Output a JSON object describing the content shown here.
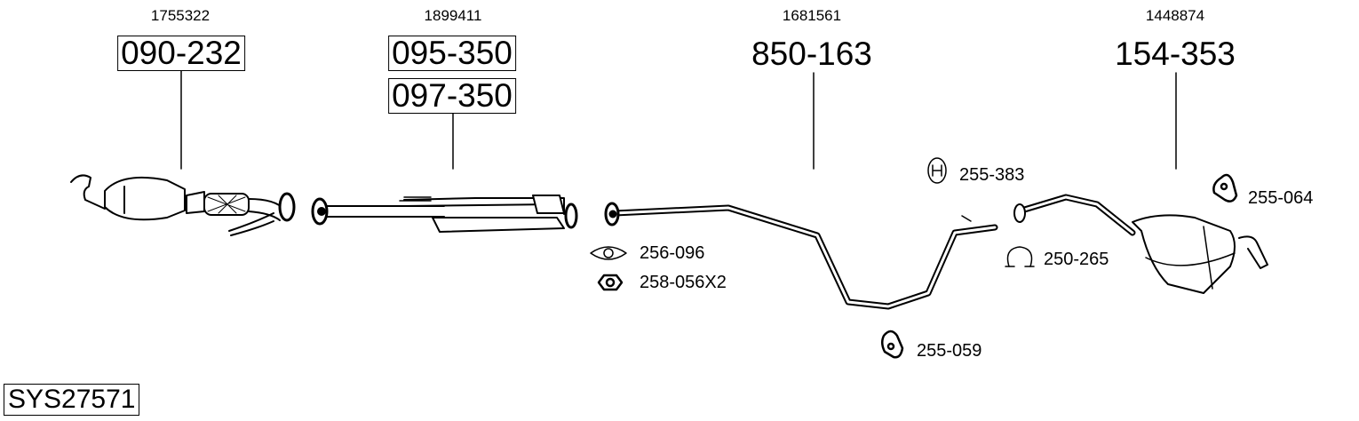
{
  "parts": [
    {
      "ref": "1755322",
      "numbers": [
        "090-232"
      ],
      "boxed": true
    },
    {
      "ref": "1899411",
      "numbers": [
        "095-350",
        "097-350"
      ],
      "boxed": true
    },
    {
      "ref": "1681561",
      "numbers": [
        "850-163"
      ],
      "boxed": false
    },
    {
      "ref": "1448874",
      "numbers": [
        "154-353"
      ],
      "boxed": false
    }
  ],
  "accessories": [
    {
      "number": "255-383",
      "icon": "rubber-hanger-icon"
    },
    {
      "number": "255-064",
      "icon": "rubber-mount-icon"
    },
    {
      "number": "256-096",
      "icon": "gasket-icon"
    },
    {
      "number": "258-056X2",
      "icon": "hex-nut-icon"
    },
    {
      "number": "250-265",
      "icon": "pipe-clamp-icon"
    },
    {
      "number": "255-059",
      "icon": "rubber-mount-icon"
    }
  ],
  "system_id": "SYS27571"
}
